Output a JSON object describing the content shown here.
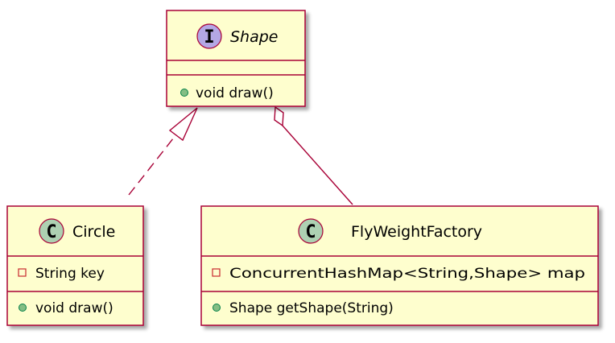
{
  "diagram": {
    "type": "uml-class-diagram",
    "colors": {
      "border": "#A80036",
      "fill": "#FEFECE",
      "interface_badge": "#B4A7E5",
      "class_badge": "#ADD1B2",
      "private_marker": "#C82930",
      "public_marker": "#84BE84"
    },
    "nodes": {
      "shape": {
        "kind": "interface",
        "badge_letter": "I",
        "name": "Shape",
        "fields": [],
        "methods": [
          {
            "visibility": "public",
            "text": "void draw()"
          }
        ]
      },
      "circle": {
        "kind": "class",
        "badge_letter": "C",
        "name": "Circle",
        "fields": [
          {
            "visibility": "private",
            "text": "String key"
          }
        ],
        "methods": [
          {
            "visibility": "public",
            "text": "void draw()"
          }
        ]
      },
      "factory": {
        "kind": "class",
        "badge_letter": "C",
        "name": "FlyWeightFactory",
        "fields": [
          {
            "visibility": "private",
            "text": "ConcurrentHashMap<String,Shape> map"
          }
        ],
        "methods": [
          {
            "visibility": "public",
            "text": "Shape getShape(String)"
          }
        ]
      }
    },
    "edges": [
      {
        "from": "circle",
        "to": "shape",
        "relation": "realization"
      },
      {
        "from": "factory",
        "to": "shape",
        "relation": "aggregation"
      }
    ]
  }
}
